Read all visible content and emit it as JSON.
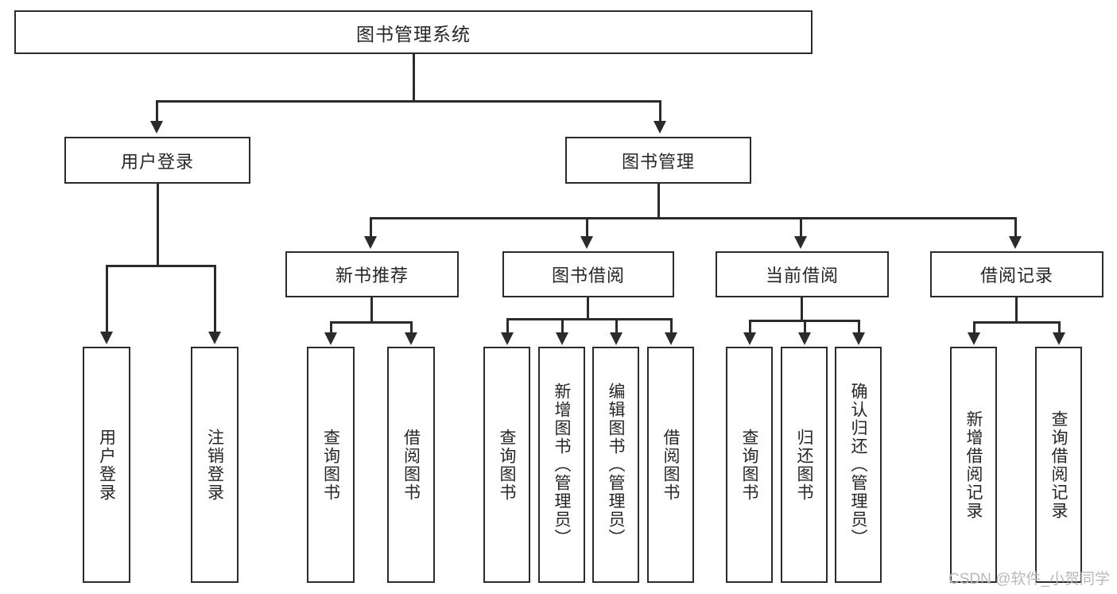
{
  "diagram": {
    "title": "图书管理系统",
    "type": "hierarchy-tree",
    "root": {
      "label": "图书管理系统"
    },
    "level2": [
      {
        "label": "用户登录"
      },
      {
        "label": "图书管理"
      }
    ],
    "level3": [
      {
        "label": "新书推荐"
      },
      {
        "label": "图书借阅"
      },
      {
        "label": "当前借阅"
      },
      {
        "label": "借阅记录"
      }
    ],
    "leaves": {
      "user_login": [
        {
          "label": "用户登录"
        },
        {
          "label": "注销登录"
        }
      ],
      "new_book_recommend": [
        {
          "label": "查询图书"
        },
        {
          "label": "借阅图书"
        }
      ],
      "book_borrow": [
        {
          "label": "查询图书"
        },
        {
          "label": "新增图书（管理员）"
        },
        {
          "label": "编辑图书（管理员）"
        },
        {
          "label": "借阅图书"
        }
      ],
      "current_borrow": [
        {
          "label": "查询图书"
        },
        {
          "label": "归还图书"
        },
        {
          "label": "确认归还（管理员）"
        }
      ],
      "borrow_record": [
        {
          "label": "新增借阅记录"
        },
        {
          "label": "查询借阅记录"
        }
      ]
    }
  },
  "watermark": {
    "text": "CSDN @软件_小贺同学"
  },
  "colors": {
    "stroke": "#2b2b2b",
    "text": "#262626",
    "background": "#ffffff",
    "watermark": "#b9b9b9"
  }
}
